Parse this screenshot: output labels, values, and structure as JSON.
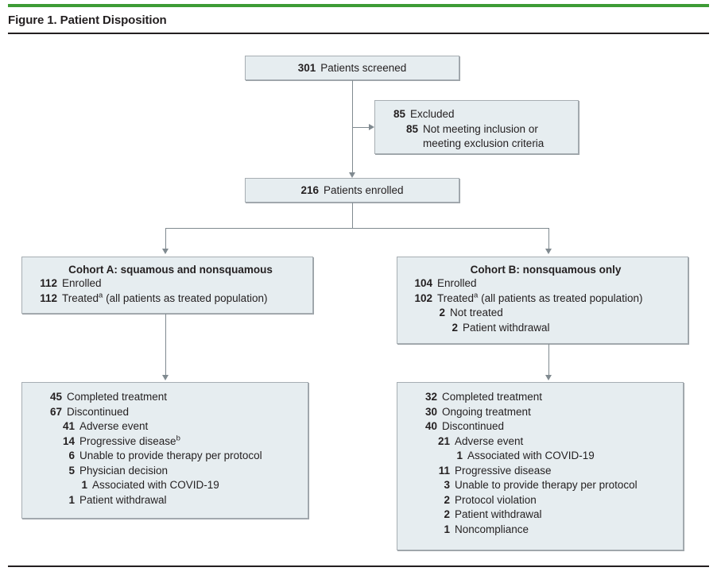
{
  "header": {
    "figure_title": "Figure 1. Patient Disposition",
    "accent_color": "#3d9b35",
    "box_fill": "#e6edf0",
    "box_border": "#a7aeb3",
    "connector_color": "#808a90"
  },
  "flow": {
    "screened": {
      "num": "301",
      "label": "Patients screened"
    },
    "excluded": {
      "num": "85",
      "label": "Excluded",
      "sub_num": "85",
      "sub_label": "Not meeting inclusion or meeting exclusion criteria"
    },
    "enrolled": {
      "num": "216",
      "label": "Patients enrolled"
    },
    "cohort_a": {
      "title": "Cohort A: squamous and nonsquamous",
      "rows": [
        {
          "num": "112",
          "label": "Enrolled",
          "indent": 0,
          "footnote": ""
        },
        {
          "num": "112",
          "label": "Treated (all patients as treated population)",
          "indent": 0,
          "footnote": "a"
        }
      ]
    },
    "cohort_b": {
      "title": "Cohort B: nonsquamous only",
      "rows": [
        {
          "num": "104",
          "label": "Enrolled",
          "indent": 0,
          "footnote": ""
        },
        {
          "num": "102",
          "label": "Treated (all patients as treated population)",
          "indent": 0,
          "footnote": "a"
        },
        {
          "num": "2",
          "label": "Not treated",
          "indent": 1,
          "footnote": ""
        },
        {
          "num": "2",
          "label": "Patient withdrawal",
          "indent": 2,
          "footnote": ""
        }
      ]
    },
    "outcomes_a": {
      "rows": [
        {
          "num": "45",
          "label": "Completed treatment",
          "indent": 0,
          "footnote": ""
        },
        {
          "num": "67",
          "label": "Discontinued",
          "indent": 0,
          "footnote": ""
        },
        {
          "num": "41",
          "label": "Adverse event",
          "indent": 1,
          "footnote": ""
        },
        {
          "num": "14",
          "label": "Progressive disease",
          "indent": 1,
          "footnote": "b"
        },
        {
          "num": "6",
          "label": "Unable to provide therapy per protocol",
          "indent": 1,
          "footnote": ""
        },
        {
          "num": "5",
          "label": "Physician decision",
          "indent": 1,
          "footnote": ""
        },
        {
          "num": "1",
          "label": "Associated with COVID-19",
          "indent": 2,
          "footnote": ""
        },
        {
          "num": "1",
          "label": "Patient withdrawal",
          "indent": 1,
          "footnote": ""
        }
      ]
    },
    "outcomes_b": {
      "rows": [
        {
          "num": "32",
          "label": "Completed treatment",
          "indent": 0,
          "footnote": ""
        },
        {
          "num": "30",
          "label": "Ongoing treatment",
          "indent": 0,
          "footnote": ""
        },
        {
          "num": "40",
          "label": "Discontinued",
          "indent": 0,
          "footnote": ""
        },
        {
          "num": "21",
          "label": "Adverse event",
          "indent": 1,
          "footnote": ""
        },
        {
          "num": "1",
          "label": "Associated with COVID-19",
          "indent": 2,
          "footnote": ""
        },
        {
          "num": "11",
          "label": "Progressive disease",
          "indent": 1,
          "footnote": ""
        },
        {
          "num": "3",
          "label": "Unable to provide therapy per protocol",
          "indent": 1,
          "footnote": ""
        },
        {
          "num": "2",
          "label": "Protocol violation",
          "indent": 1,
          "footnote": ""
        },
        {
          "num": "2",
          "label": "Patient withdrawal",
          "indent": 1,
          "footnote": ""
        },
        {
          "num": "1",
          "label": "Noncompliance",
          "indent": 1,
          "footnote": ""
        }
      ]
    }
  }
}
